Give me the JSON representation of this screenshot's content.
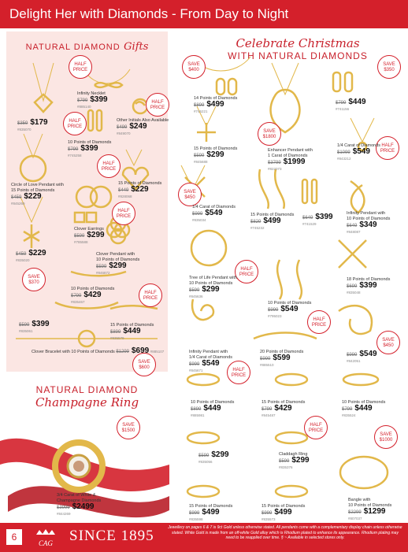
{
  "header": {
    "title": "Delight Her with Diamonds - From Day to Night"
  },
  "natural_gifts": {
    "title_caps": "NATURAL DIAMOND",
    "title_script": "Gifts"
  },
  "champagne": {
    "title_caps": "NATURAL DIAMOND",
    "title_script": "Champagne Ring"
  },
  "christmas": {
    "title_script": "Celebrate Christmas",
    "title_caps": "WITH NATURAL DIAMONDS"
  },
  "badges": {
    "half": "HALF\nPRICE",
    "save400": "SAVE\n$400",
    "save350": "SAVE\n$350",
    "save1800": "SAVE\n$1800",
    "save450": "SAVE\n$450",
    "save370": "SAVE\n$370",
    "save600": "SAVE\n$600",
    "save1500": "SAVE\n$1500",
    "save1000": "SAVE\n$1000"
  },
  "products": [
    {
      "name": "",
      "was": "$359",
      "now": "$179",
      "code": "#835070"
    },
    {
      "name": "Infinity Necklet",
      "was": "$799",
      "now": "$399",
      "code": "#885140"
    },
    {
      "name": "Other Initials Also Available",
      "was": "$499",
      "now": "$249",
      "code": "#849070"
    },
    {
      "name": "10 Points of Diamonds",
      "was": "$799",
      "now": "$399",
      "code": "#745258"
    },
    {
      "name": "Circle of Love Pendant with\n15 Points of Diamonds",
      "was": "$459",
      "now": "$229",
      "code": "#845269"
    },
    {
      "name": "15 Points of Diamonds",
      "was": "$449",
      "now": "$229",
      "code": "#828068"
    },
    {
      "name": "Clover Earrings",
      "was": "$599",
      "now": "$299",
      "code": "#785588"
    },
    {
      "name": "",
      "was": "$459",
      "now": "$229",
      "code": "#835020"
    },
    {
      "name": "Clover Pendant with\n10 Points of Diamonds",
      "was": "$599",
      "now": "$299",
      "code": "#846872"
    },
    {
      "name": "10 Points of Diamonds",
      "was": "$799",
      "now": "$429",
      "code": "#835467"
    },
    {
      "name": "",
      "was": "$599",
      "now": "$399",
      "code": "#835061"
    },
    {
      "name": "15 Points of Diamonds",
      "was": "$899",
      "now": "$449",
      "code": "#835579"
    },
    {
      "name": "Clover Bracelet with 10 Points of Diamonds",
      "was": "$1299",
      "now": "$699",
      "code": "#885107"
    },
    {
      "name": "3/4 Carat of White &\nChampagne Diamonds",
      "was": "$3999",
      "now": "$2499",
      "code": "#844269"
    },
    {
      "name": "14 Points of Diamonds",
      "was": "$899",
      "now": "$499",
      "code": "#745221"
    },
    {
      "name": "",
      "was": "$799",
      "now": "$449",
      "code": "#741156"
    },
    {
      "name": "15 Points of Diamonds",
      "was": "$599",
      "now": "$299",
      "code": "#845688"
    },
    {
      "name": "Enhancer Pendant with\n1 Carat of Diamonds",
      "was": "$3799",
      "now": "$1999",
      "code": "#822073"
    },
    {
      "name": "1/4 Carat of Diamonds",
      "was": "$1099",
      "now": "$549",
      "code": "#843212"
    },
    {
      "name": "1/4 Carat of Diamonds",
      "was": "$999",
      "now": "$549",
      "code": "#835034"
    },
    {
      "name": "15 Points of Diamonds",
      "was": "$829",
      "now": "$499",
      "code": "#745232"
    },
    {
      "name": "",
      "was": "$649",
      "now": "$399",
      "code": "#741529"
    },
    {
      "name": "Infinity Pendant with\n10 Points of Diamonds",
      "was": "$649",
      "now": "$349",
      "code": "#848087"
    },
    {
      "name": "Tree of Life Pendant with\n10 Points of Diamonds",
      "was": "$599",
      "now": "$299",
      "code": "#845636"
    },
    {
      "name": "18 Points of Diamonds",
      "was": "$699",
      "now": "$399",
      "code": "#835048"
    },
    {
      "name": "10 Points of Diamonds",
      "was": "$999",
      "now": "$549",
      "code": "#795023"
    },
    {
      "name": "Infinity Pendant with\n1/4 Carat of Diamonds",
      "was": "$999",
      "now": "$549",
      "code": "#845671"
    },
    {
      "name": "20 Points of Diamonds",
      "was": "$999",
      "now": "$599",
      "code": "#885510"
    },
    {
      "name": "",
      "was": "$999",
      "now": "$549",
      "code": "#842051"
    },
    {
      "name": "10 Points of Diamonds",
      "was": "$899",
      "now": "$449",
      "code": "#885981"
    },
    {
      "name": "15 Points of Diamonds",
      "was": "$799",
      "now": "$429",
      "code": "#845487"
    },
    {
      "name": "10 Points of Diamonds",
      "was": "$799",
      "now": "$449",
      "code": "#835524"
    },
    {
      "name": "",
      "was": "$599",
      "now": "$299",
      "code": "#835056"
    },
    {
      "name": "Claddagh Ring",
      "was": "$599",
      "now": "$299",
      "code": "#835376"
    },
    {
      "name": "15 Points of Diamonds",
      "was": "$999",
      "now": "$499",
      "code": "#835598"
    },
    {
      "name": "15 Points of Diamonds",
      "was": "$999",
      "now": "$499",
      "code": "#835573"
    },
    {
      "name": "Bangle with\n10 Points of Diamonds",
      "was": "$2299",
      "now": "$1299",
      "code": "#807037"
    }
  ],
  "footer": {
    "page": "6",
    "since": "SINCE 1895",
    "logo_initials": "CAG",
    "disclaimer": "Jewellery on pages 6 & 7 is 9ct Gold unless otherwise stated. All pendants come with a complementary display chain unless otherwise stated. White Gold is made from an off-white Gold alloy which is Rhodium plated to enhance its appearance. Rhodium plating may need to be reapplied over time. § ~ Available in selected stores only."
  },
  "colors": {
    "brand_red": "#d4202b",
    "pink_panel": "#fbe6e3",
    "gold": "#e2b84a"
  }
}
